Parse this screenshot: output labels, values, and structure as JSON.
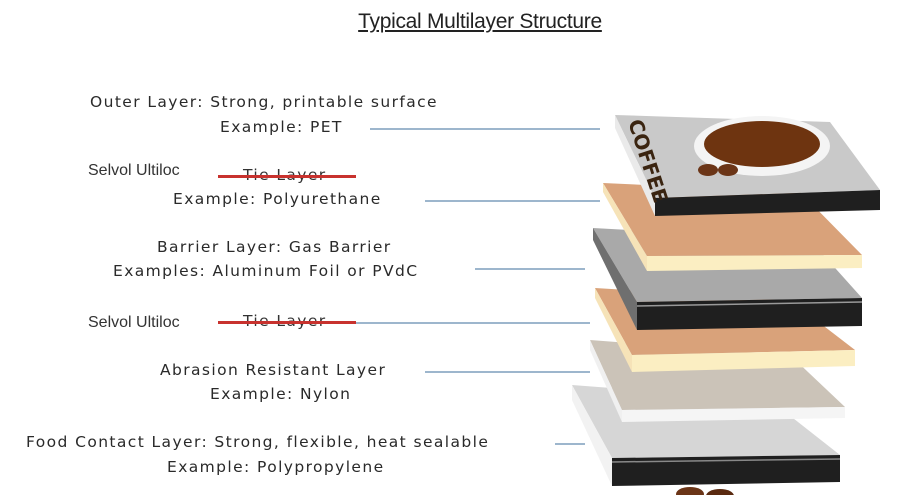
{
  "title": "Typical Multilayer Structure",
  "layers": [
    {
      "label": "Outer Layer: Strong, printable surface",
      "example": "Example: PET"
    },
    {
      "replacement": "Selvol Ultiloc",
      "label_struck": "Tie Layer",
      "example": "Example: Polyurethane"
    },
    {
      "label": "Barrier Layer: Gas Barrier",
      "example": "Examples: Aluminum Foil or PVdC"
    },
    {
      "replacement": "Selvol Ultiloc",
      "label_struck": "Tie Layer"
    },
    {
      "label": "Abrasion Resistant Layer",
      "example": "Example: Nylon"
    },
    {
      "label": "Food Contact Layer: Strong, flexible, heat sealable",
      "example": "Example: Polypropylene"
    }
  ],
  "package_print": "COFFEE",
  "colors": {
    "connector": "#9db6cd",
    "strike": "#c8322e",
    "tan": "#d9a27a",
    "cream": "#fbeec2",
    "dark": "#1f1f1f",
    "gray": "#a9a9a9"
  }
}
